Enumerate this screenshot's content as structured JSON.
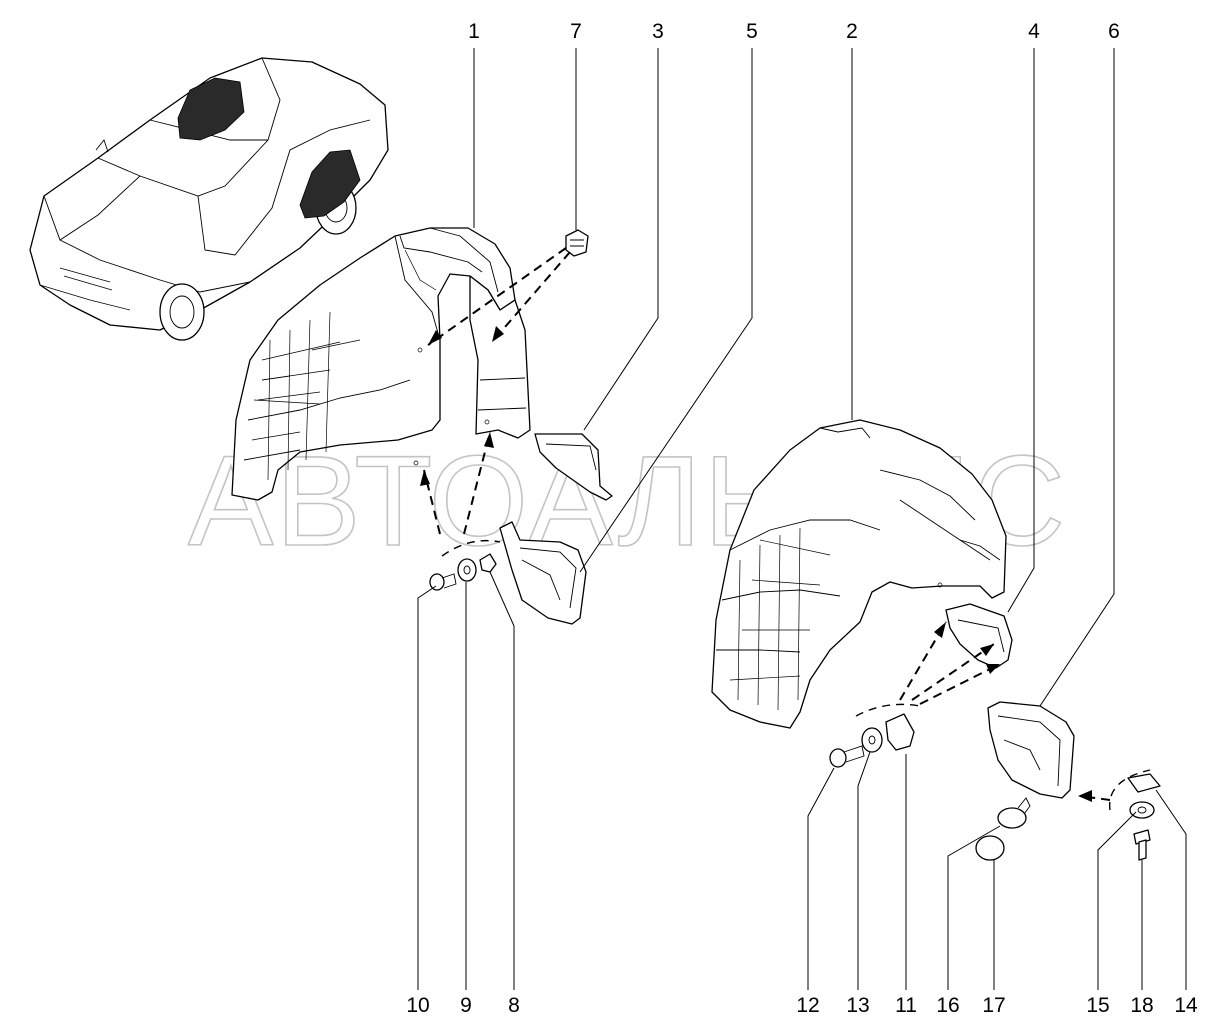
{
  "watermark": "АВТОАЛЬЯНС",
  "callouts": [
    {
      "id": "c1",
      "label": "1"
    },
    {
      "id": "c7",
      "label": "7"
    },
    {
      "id": "c3",
      "label": "3"
    },
    {
      "id": "c5",
      "label": "5"
    },
    {
      "id": "c2",
      "label": "2"
    },
    {
      "id": "c4",
      "label": "4"
    },
    {
      "id": "c6",
      "label": "6"
    },
    {
      "id": "c10",
      "label": "10"
    },
    {
      "id": "c9",
      "label": "9"
    },
    {
      "id": "c8",
      "label": "8"
    },
    {
      "id": "c12",
      "label": "12"
    },
    {
      "id": "c13",
      "label": "13"
    },
    {
      "id": "c11",
      "label": "11"
    },
    {
      "id": "c16",
      "label": "16"
    },
    {
      "id": "c17",
      "label": "17"
    },
    {
      "id": "c15",
      "label": "15"
    },
    {
      "id": "c18",
      "label": "18"
    },
    {
      "id": "c14",
      "label": "14"
    }
  ],
  "colors": {
    "line": "#000000",
    "background": "#ffffff",
    "watermark": "#c4c4c4"
  }
}
